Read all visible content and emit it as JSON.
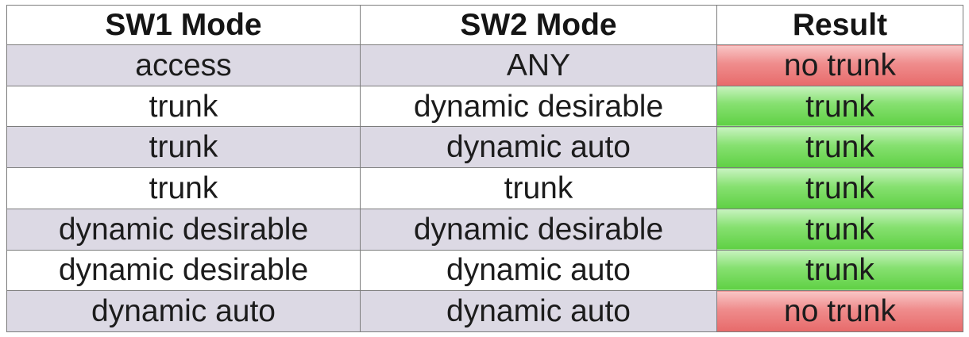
{
  "table": {
    "headers": [
      "SW1 Mode",
      "SW2 Mode",
      "Result"
    ],
    "rows": [
      {
        "sw1": "access",
        "sw2": "ANY",
        "result": "no trunk",
        "status": "bad"
      },
      {
        "sw1": "trunk",
        "sw2": "dynamic desirable",
        "result": "trunk",
        "status": "good"
      },
      {
        "sw1": "trunk",
        "sw2": "dynamic auto",
        "result": "trunk",
        "status": "good"
      },
      {
        "sw1": "trunk",
        "sw2": "trunk",
        "result": "trunk",
        "status": "good"
      },
      {
        "sw1": "dynamic desirable",
        "sw2": "dynamic desirable",
        "result": "trunk",
        "status": "good"
      },
      {
        "sw1": "dynamic desirable",
        "sw2": "dynamic auto",
        "result": "trunk",
        "status": "good"
      },
      {
        "sw1": "dynamic auto",
        "sw2": "dynamic auto",
        "result": "no trunk",
        "status": "bad"
      }
    ]
  },
  "colors": {
    "row_shade": "#dcd9e4",
    "result_bad": "#ef8c8c",
    "result_good": "#86e070",
    "border": "#7c7c7c"
  }
}
